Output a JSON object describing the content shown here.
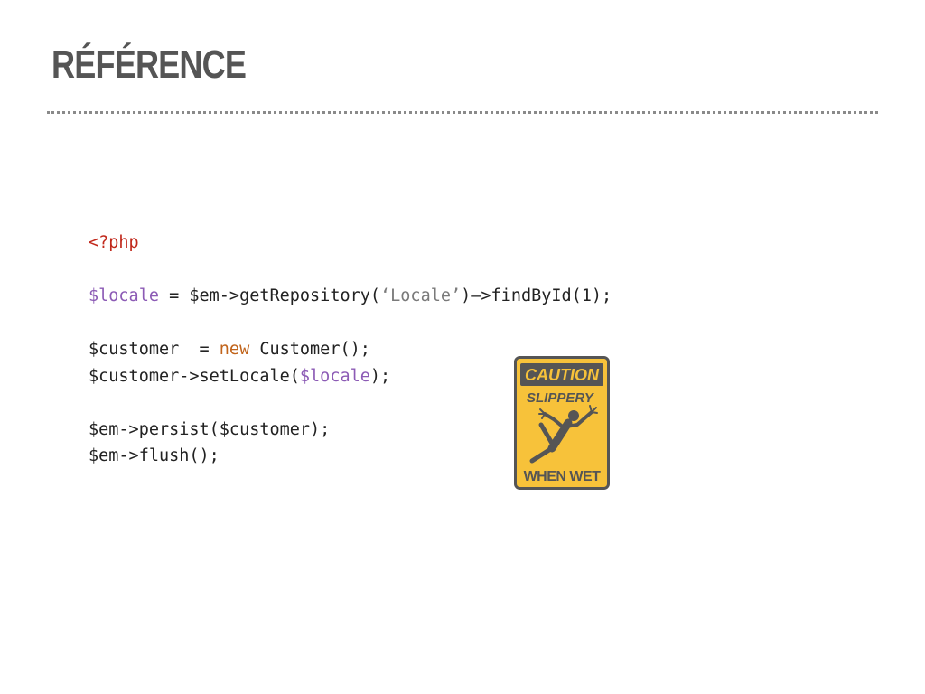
{
  "slide": {
    "title": "RÉFÉRENCE"
  },
  "code": {
    "line1": "<?php",
    "line2_var": "$locale",
    "line2_rest_a": " = $em->getRepository(",
    "line2_str": "‘Locale’",
    "line2_rest_b": ")—>findById(1);",
    "line3_a": "$customer  = ",
    "line3_kw": "new",
    "line3_b": " Customer();",
    "line4_a": "$customer->setLocale(",
    "line4_var": "$locale",
    "line4_b": ");",
    "line5": "$em->persist($customer);",
    "line6": "$em->flush();"
  },
  "sign": {
    "top_text": "CAUTION",
    "mid_text": "SLIPPERY",
    "bottom_text": "WHEN WET",
    "icon": "slipping-person-icon",
    "colors": {
      "background": "#f7c23a",
      "border": "#555555",
      "banner": "#555555",
      "banner_text": "#f7c23a",
      "figure": "#555555"
    }
  },
  "colors": {
    "title": "#555555",
    "php_tag": "#c1281b",
    "variable": "#8c5bb5",
    "keyword": "#c1641b",
    "string": "#7a7a7a",
    "code_text": "#222222"
  }
}
